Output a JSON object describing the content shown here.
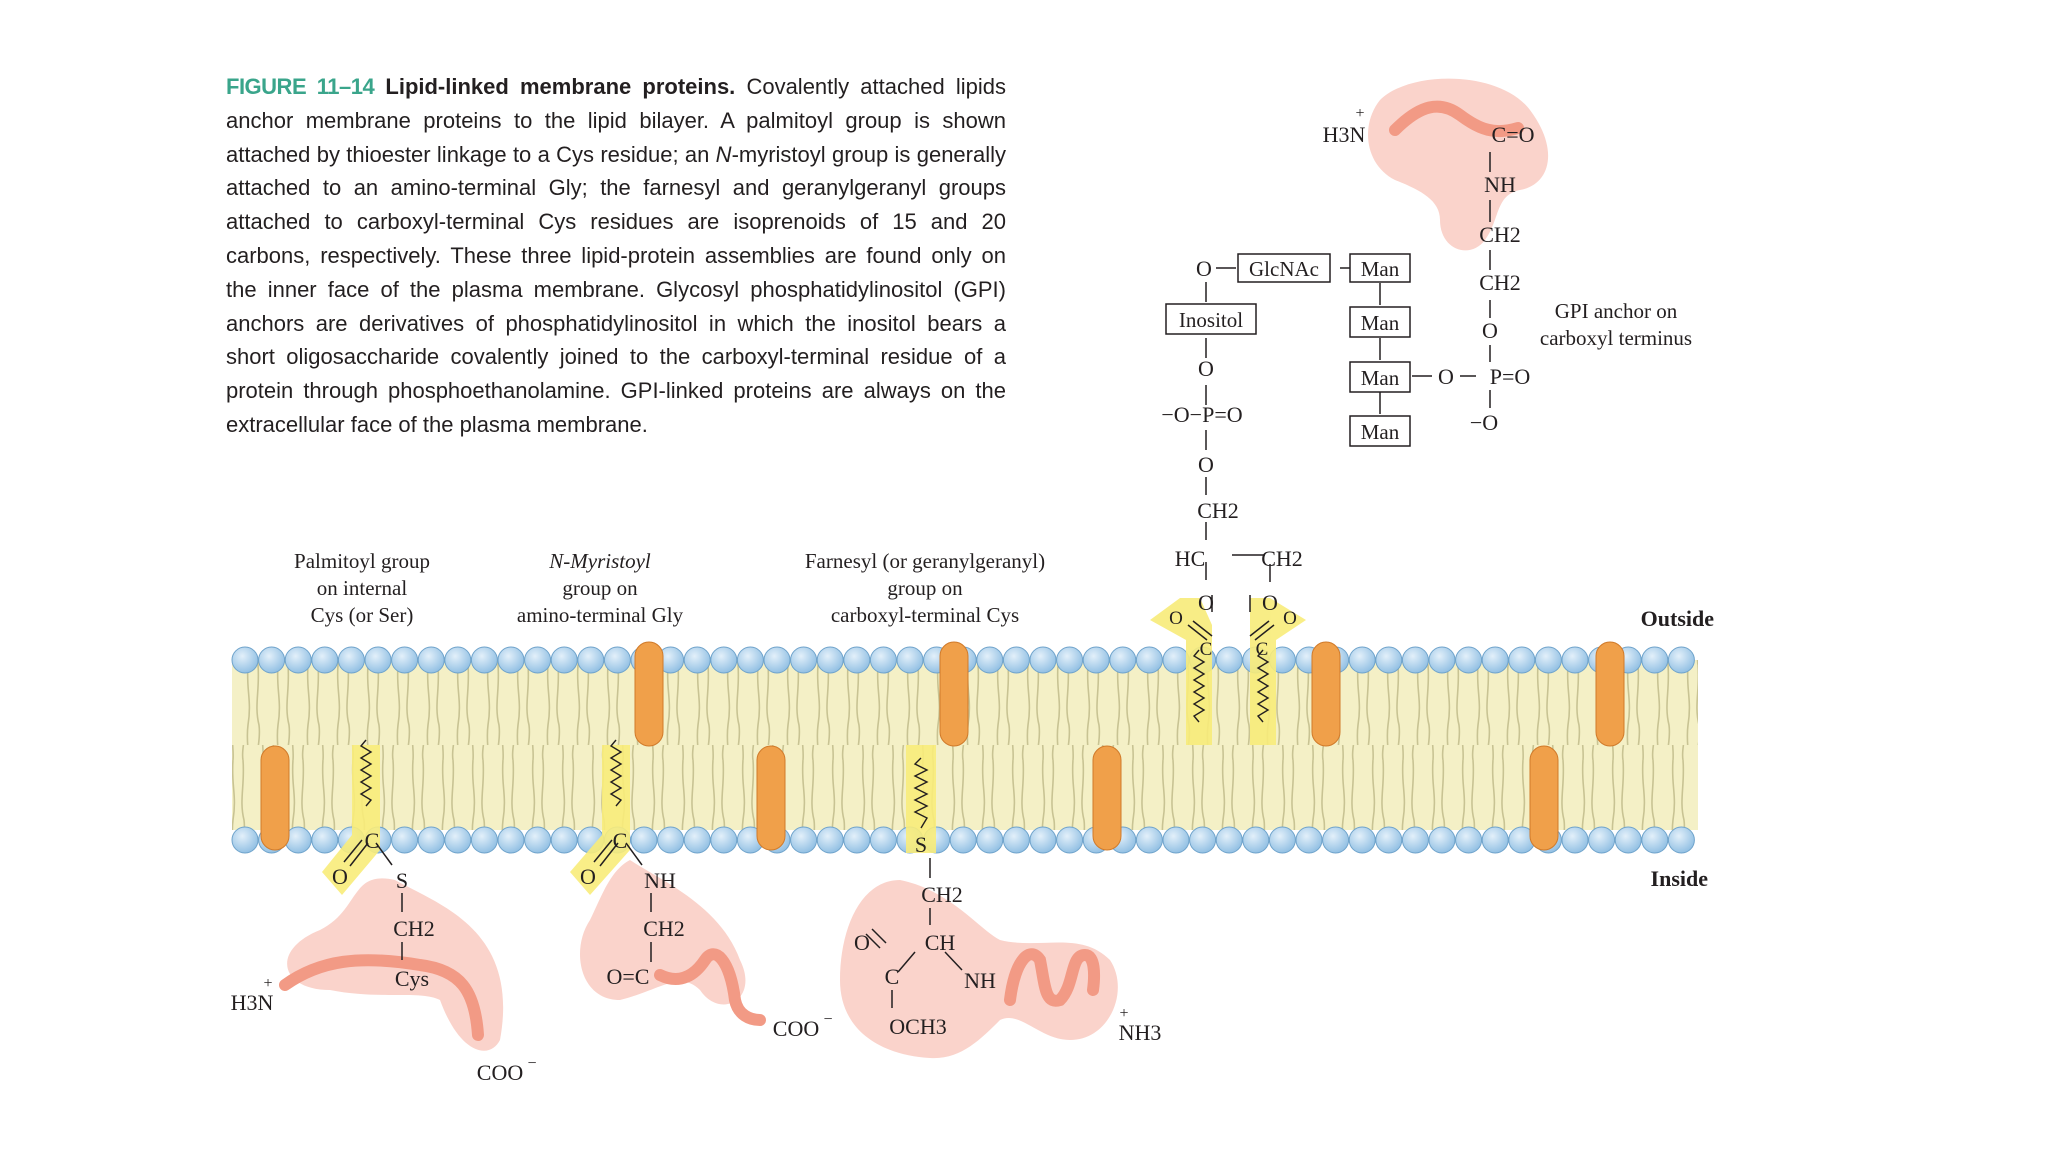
{
  "caption": {
    "figure_number": "FIGURE 11–14",
    "title": "Lipid-linked membrane proteins.",
    "seg1": " Covalently attached lipids anchor membrane proteins to the lipid bilayer. A palmitoyl group is shown attached by thioester linkage to a Cys residue; an ",
    "seg1_italic": "N",
    "seg2": "-myristoyl group is generally attached to an amino-terminal Gly; the farnesyl and geranylgeranyl groups attached to carboxyl-terminal Cys residues are isoprenoids of 15 and 20 carbons, respectively. These three lipid-protein assemblies are found only on the inner face of the plasma membrane. Glycosyl phosphatidylinositol (GPI) anchors are derivatives of phosphatidylinositol in which the inositol bears a short oligosaccharide covalently joined to the carboxyl-terminal residue of a protein through phosphoethanolamine. GPI-linked proteins are always on the extracellular face of the plasma membrane."
  },
  "labels": {
    "palmitoyl_l1": "Palmitoyl group",
    "palmitoyl_l2": "on internal",
    "palmitoyl_l3": "Cys (or Ser)",
    "myristoyl_l1": "N-Myristoyl",
    "myristoyl_l2": "group on",
    "myristoyl_l3": "amino-terminal Gly",
    "farnesyl_l1": "Farnesyl (or geranylgeranyl)",
    "farnesyl_l2": "group on",
    "farnesyl_l3": "carboxyl-terminal Cys",
    "gpi_l1": "GPI anchor on",
    "gpi_l2": "carboxyl terminus",
    "outside": "Outside",
    "inside": "Inside"
  },
  "sugars": {
    "glcnac": "GlcNAc",
    "man": "Man",
    "inositol": "Inositol"
  },
  "chem": {
    "H3N": "H3N",
    "NH3": "NH3",
    "plus": "+",
    "minus": "−",
    "C_eq_O": "C=O",
    "NH": "NH",
    "CH2": "CH2",
    "O": "O",
    "P_eq_O": "P=O",
    "neg_O_P_eq_O": "−O−P=O",
    "neg_O": "−O",
    "HC": "HC",
    "CH": "CH",
    "C": "C",
    "S": "S",
    "Cys": "Cys",
    "COO": "COO",
    "O_eq_C": "O=C",
    "OCH3": "OCH3"
  },
  "colors": {
    "caption_accent": "#3aa58b",
    "protein": "#fad3cb",
    "chain": "#f29a85",
    "lipid_head": "#a6cde8",
    "membrane_core": "#f4f0c6",
    "anchor_highlight": "#f8ec7a",
    "protein_anchor": "#f0a04a"
  }
}
